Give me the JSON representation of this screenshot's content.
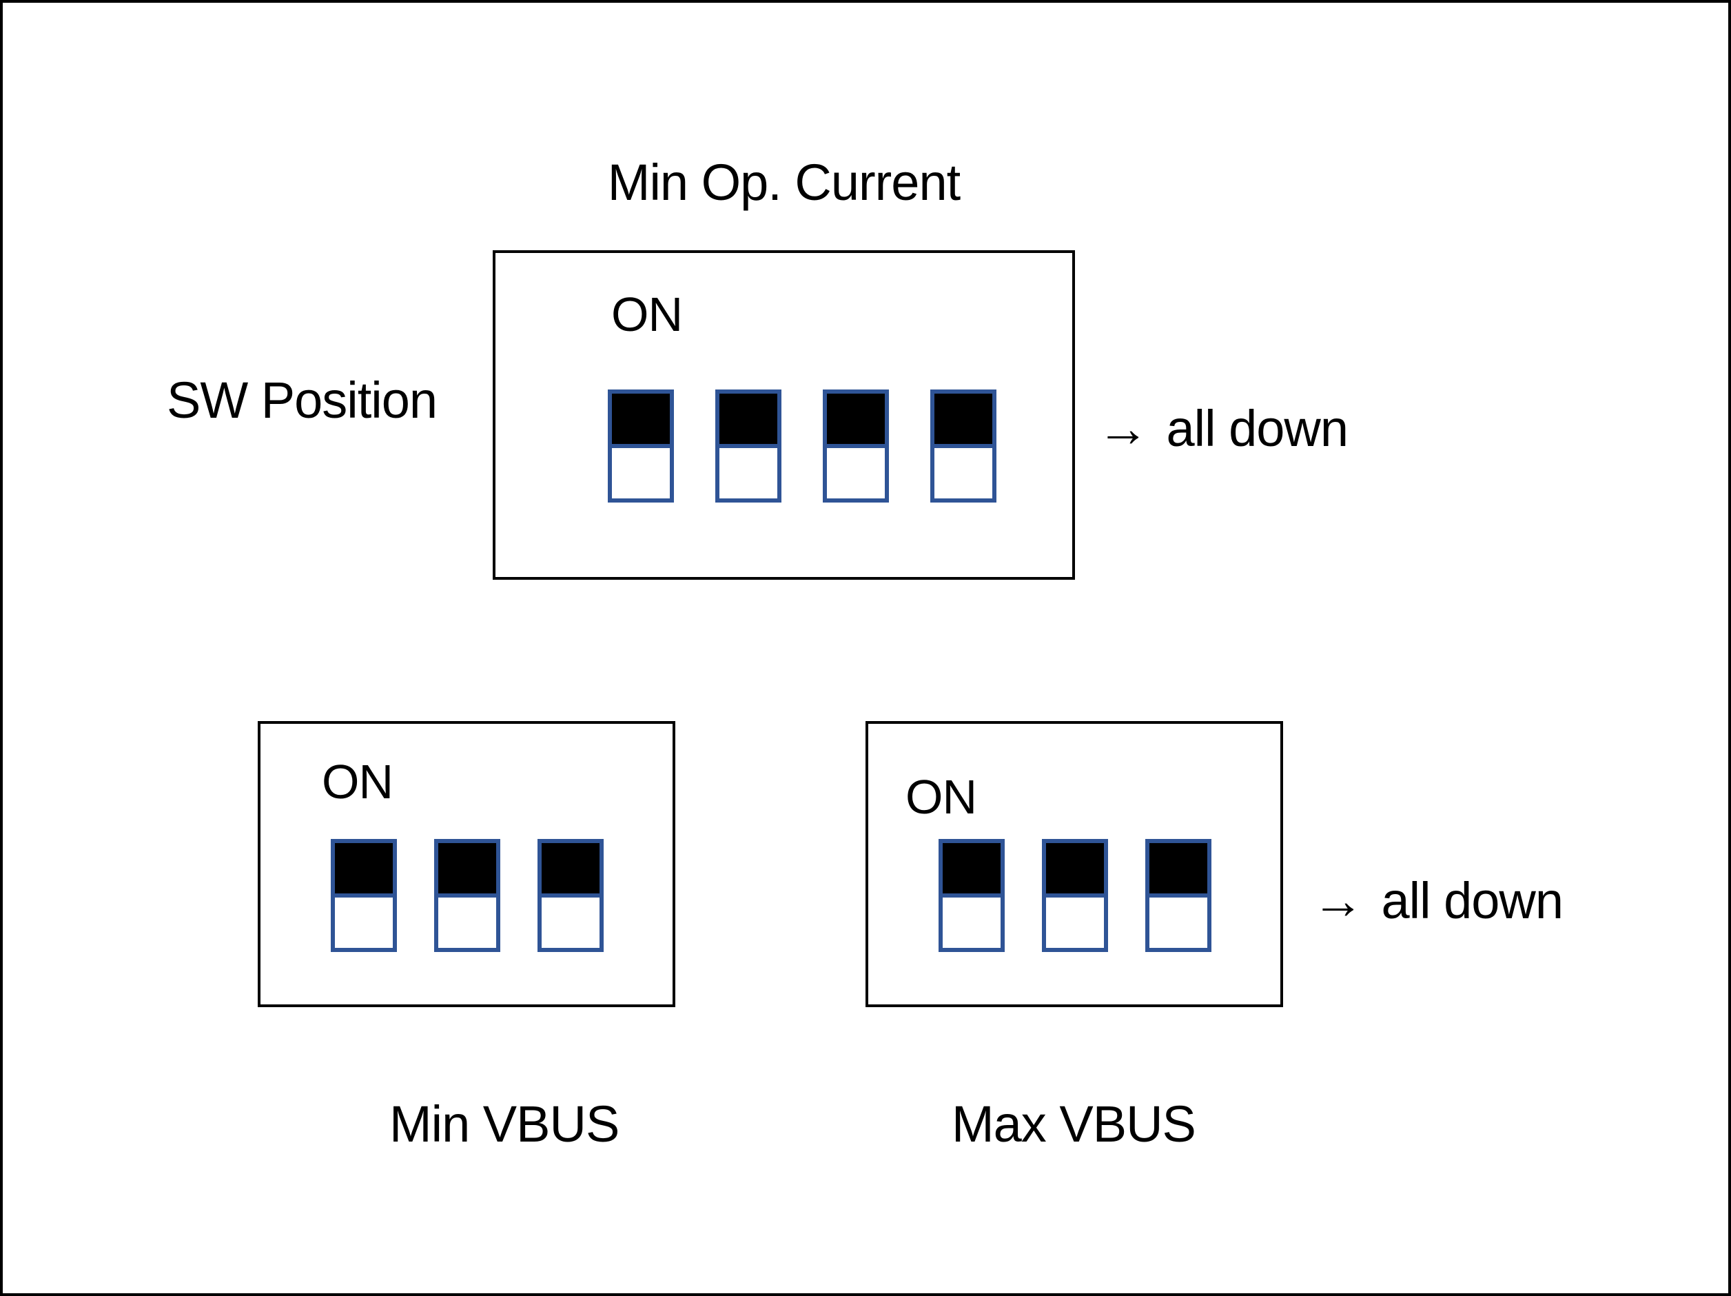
{
  "colors": {
    "background": "#ffffff",
    "frame": "#000000",
    "box_border": "#000000",
    "text": "#000000",
    "switch_border": "#2F5496",
    "switch_on_fill": "#000000",
    "switch_off_fill": "#ffffff"
  },
  "labels": {
    "sw_position": "SW Position"
  },
  "panels": {
    "min_op_current": {
      "title": "Min Op. Current",
      "on_label": "ON",
      "switch_states": [
        "down",
        "down",
        "down",
        "down"
      ],
      "annotation": {
        "arrow_glyph": "→",
        "text": "all down"
      }
    },
    "min_vbus": {
      "caption": "Min VBUS",
      "on_label": "ON",
      "switch_states": [
        "down",
        "down",
        "down"
      ]
    },
    "max_vbus": {
      "caption": "Max VBUS",
      "on_label": "ON",
      "switch_states": [
        "down",
        "down",
        "down"
      ],
      "annotation": {
        "arrow_glyph": "→",
        "text": "all down"
      }
    }
  }
}
